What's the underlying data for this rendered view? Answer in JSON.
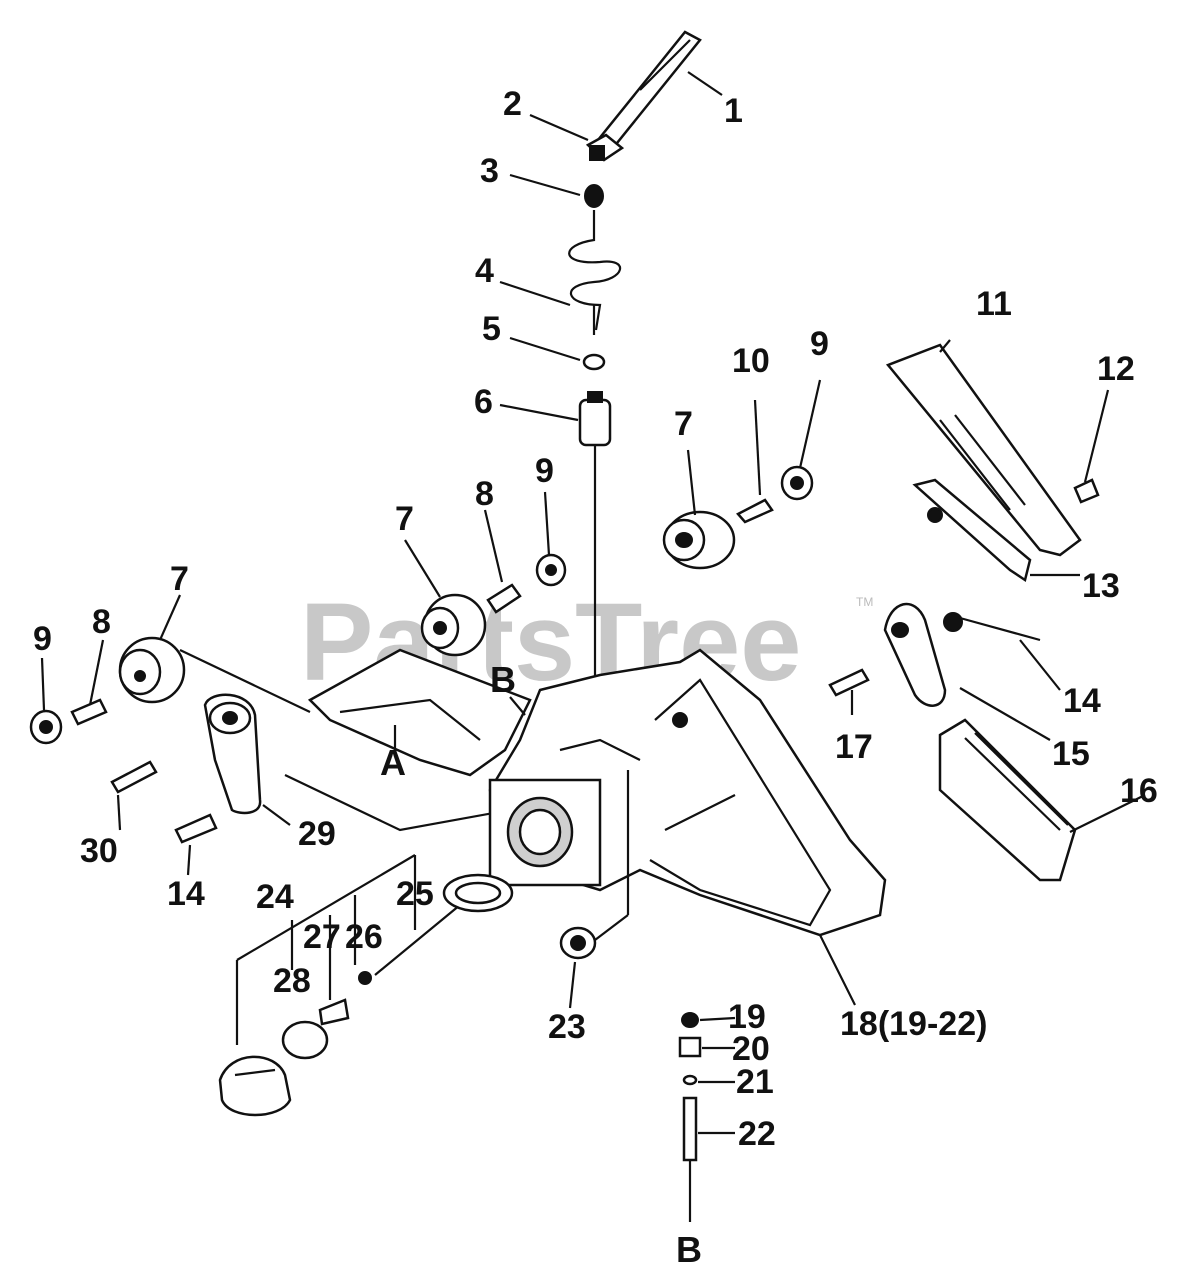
{
  "watermark": {
    "text": "PartsTree",
    "tm": "TM"
  },
  "labels": {
    "l1": "1",
    "l2": "2",
    "l3": "3",
    "l4": "4",
    "l5": "5",
    "l6": "6",
    "l7a": "7",
    "l7b": "7",
    "l7c": "7",
    "l8a": "8",
    "l8b": "8",
    "l9a": "9",
    "l9b": "9",
    "l9c": "9",
    "l10": "10",
    "l11": "11",
    "l12": "12",
    "l13": "13",
    "l14a": "14",
    "l14b": "14",
    "l15": "15",
    "l16": "16",
    "l17": "17",
    "l18": "18(19-22)",
    "l19": "19",
    "l20": "20",
    "l21": "21",
    "l22": "22",
    "l23": "23",
    "l24": "24",
    "l25": "25",
    "l26": "26",
    "l27": "27",
    "l28": "28",
    "l29": "29",
    "l30": "30",
    "refA": "A",
    "refB1": "B",
    "refB2": "B"
  }
}
